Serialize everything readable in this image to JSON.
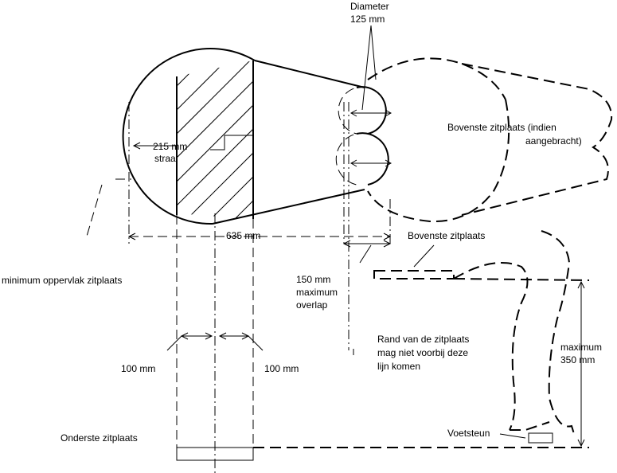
{
  "labels": {
    "diameter": "Diameter",
    "diameter_value": "125 mm",
    "radius_value": "215 mm",
    "radius_word": "straal",
    "upper_seat_optional_1": "Bovenste zitplaats (indien",
    "upper_seat_optional_2": "aangebracht)",
    "width_635": "635 mm",
    "upper_seat": "Bovenste zitplaats",
    "min_surface": "minimum oppervlak zitplaats",
    "overlap_1": "150 mm",
    "overlap_2": "maximum",
    "overlap_3": "overlap",
    "edge_1": "Rand van de zitplaats",
    "edge_2": "mag niet voorbij deze",
    "edge_3": "lijn komen",
    "max_1": "maximum",
    "max_2": "350 mm",
    "dim_100_left": "100 mm",
    "dim_100_right": "100 mm",
    "lower_seat": "Onderste zitplaats",
    "footrest": "Voetsteun"
  }
}
